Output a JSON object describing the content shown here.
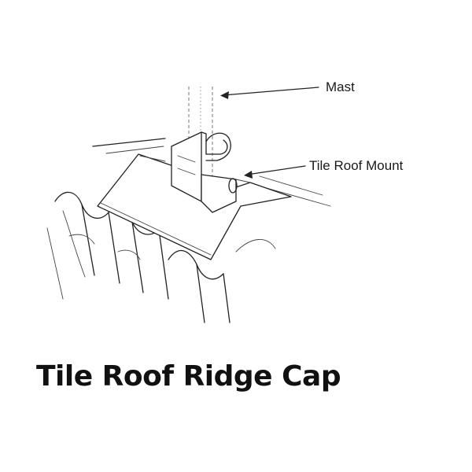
{
  "labels": {
    "mast": "Mast",
    "tile_roof_mount": "Tile Roof Mount"
  },
  "caption": "Tile Roof Ridge Cap",
  "colors": {
    "line": "#222222",
    "text": "#111111",
    "background": "#ffffff"
  }
}
